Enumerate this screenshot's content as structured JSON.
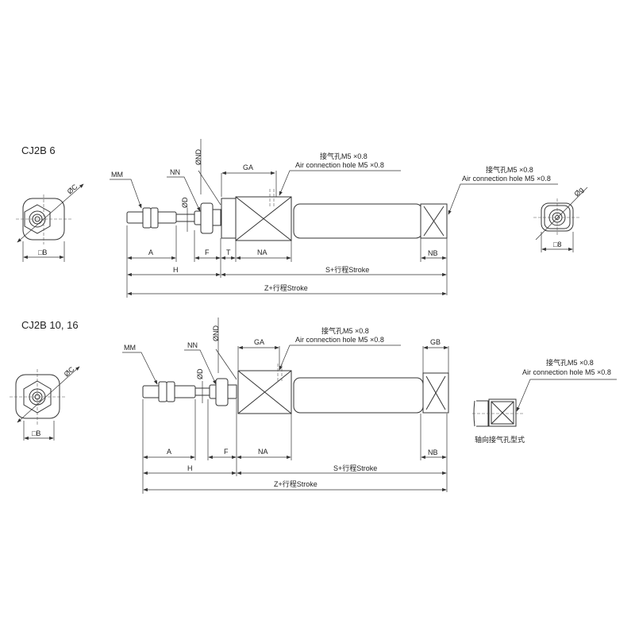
{
  "models": [
    {
      "title": "CJ2B 6"
    },
    {
      "title": "CJ2B 10, 16"
    }
  ],
  "dims": {
    "MM": "MM",
    "NN": "NN",
    "D": "ØD",
    "ND": "ØND",
    "C": "ØC",
    "B": "□B",
    "GA": "GA",
    "GB": "GB",
    "A": "A",
    "F": "F",
    "T": "T",
    "NA": "NA",
    "NB": "NB",
    "H": "H",
    "S": "S+行程Stroke",
    "Z": "Z+行程Stroke",
    "g": "Øg",
    "sq8": "□8"
  },
  "callout": {
    "cn": "接气孔M5 ×0.8",
    "en": "Air connection hole M5 ×0.8"
  },
  "axial_caption": "轴向接气孔型式"
}
